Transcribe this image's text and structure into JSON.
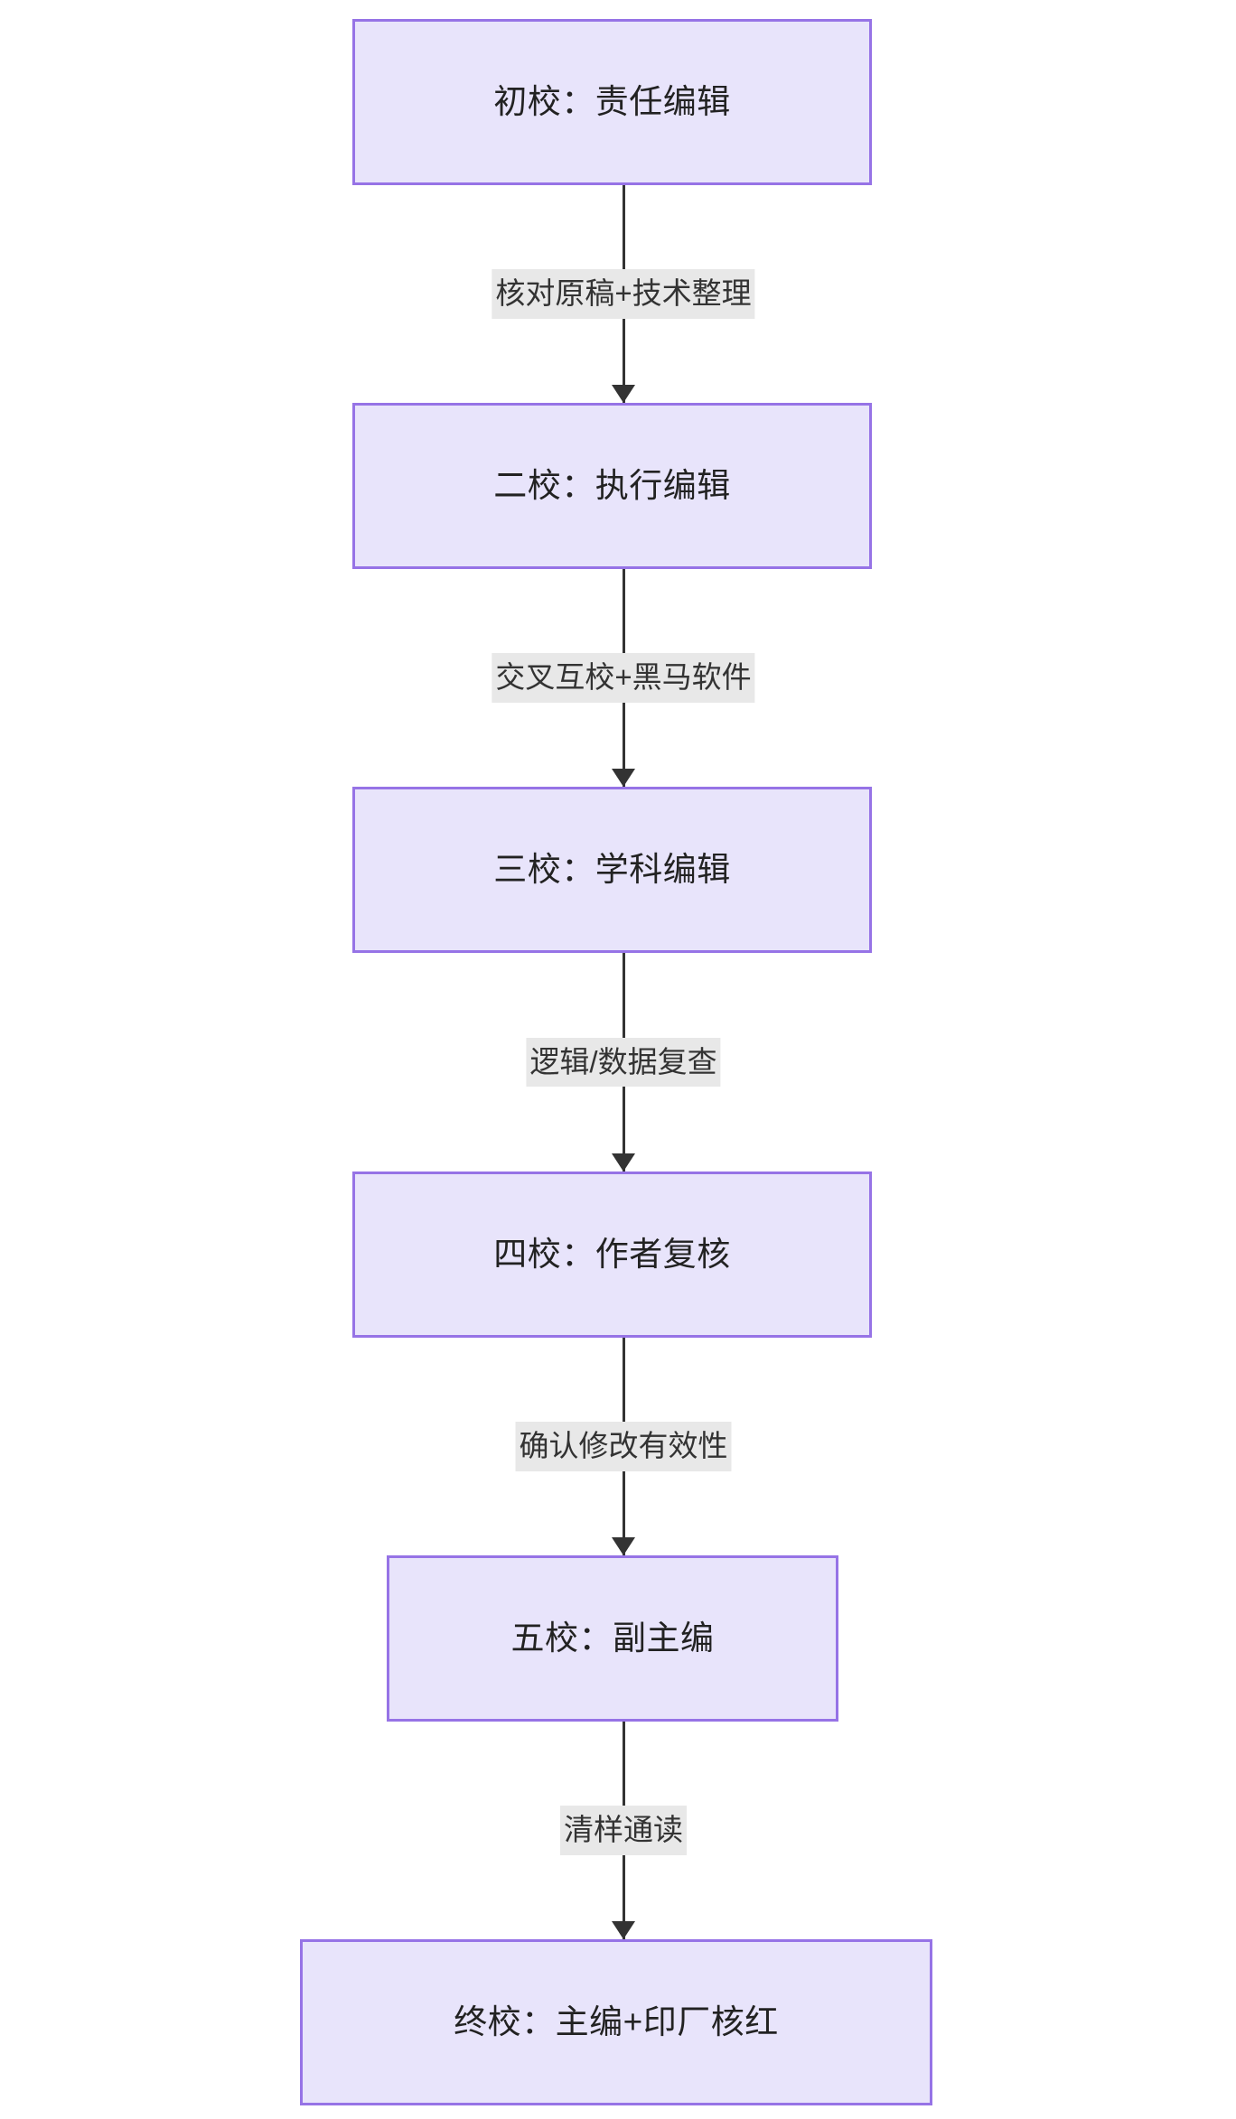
{
  "diagram": {
    "type": "flowchart",
    "orientation": "top-to-bottom",
    "title": "",
    "colors": {
      "node_fill": "#e8e4fb",
      "node_border": "#9673e6",
      "node_text": "#222222",
      "edge_line": "#333333",
      "edge_label_background": "#e8e8e8",
      "edge_label_text": "#333333",
      "canvas_background": "#ffffff"
    },
    "nodes": [
      {
        "id": "n1",
        "label": "初校：责任编辑"
      },
      {
        "id": "n2",
        "label": "二校：执行编辑"
      },
      {
        "id": "n3",
        "label": "三校：学科编辑"
      },
      {
        "id": "n4",
        "label": "四校：作者复核"
      },
      {
        "id": "n5",
        "label": "五校：副主编"
      },
      {
        "id": "n6",
        "label": "终校：主编+印厂核红"
      }
    ],
    "edges": [
      {
        "id": "e1",
        "from": "n1",
        "to": "n2",
        "label": "核对原稿+技术整理"
      },
      {
        "id": "e2",
        "from": "n2",
        "to": "n3",
        "label": "交叉互校+黑马软件"
      },
      {
        "id": "e3",
        "from": "n3",
        "to": "n4",
        "label": "逻辑/数据复查"
      },
      {
        "id": "e4",
        "from": "n4",
        "to": "n5",
        "label": "确认修改有效性"
      },
      {
        "id": "e5",
        "from": "n5",
        "to": "n6",
        "label": "清样通读"
      }
    ]
  }
}
